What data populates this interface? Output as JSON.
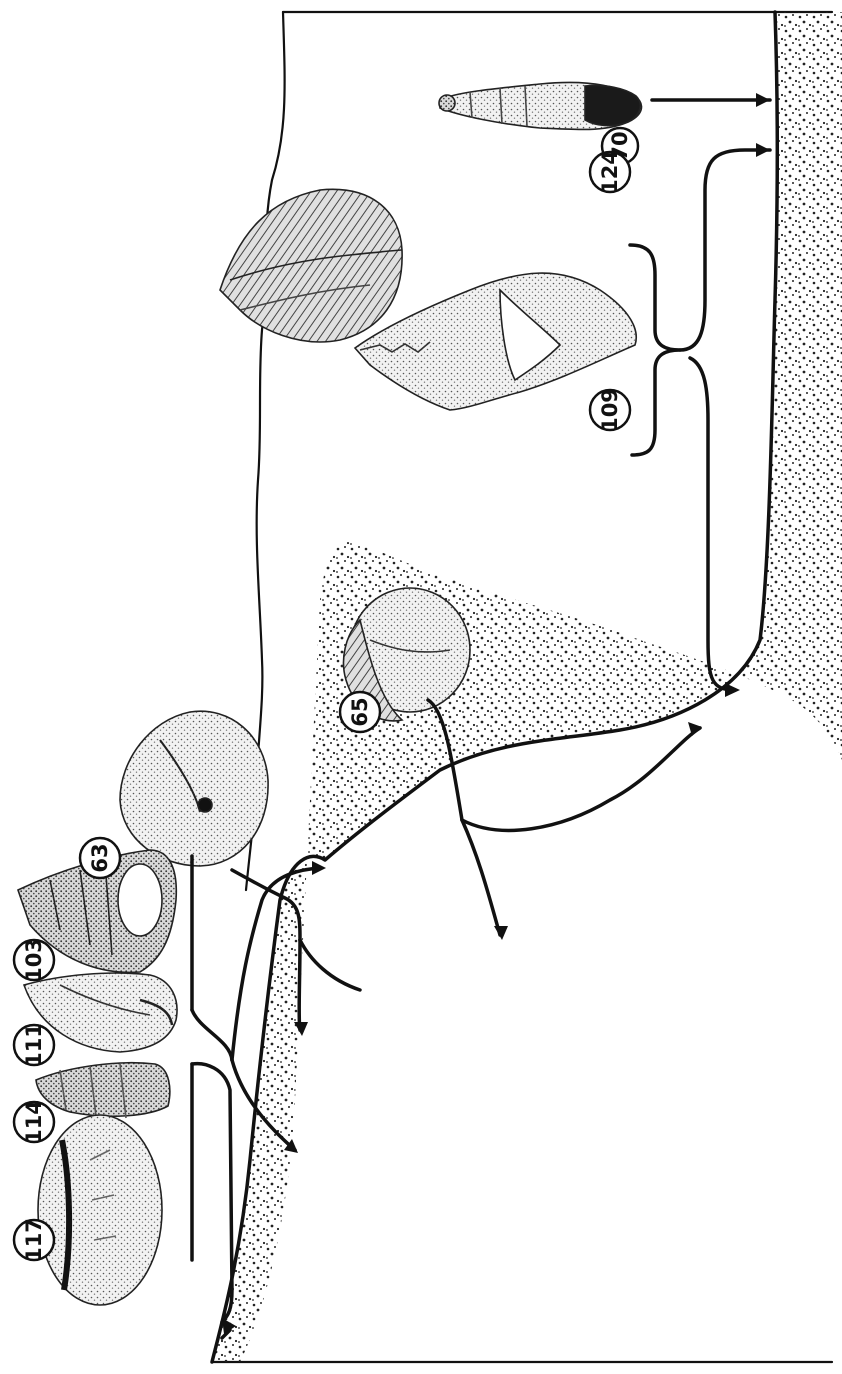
{
  "labels": {
    "n70": "70",
    "n124": "124",
    "n109": "109",
    "n65": "65",
    "n63": "63",
    "n103": "103",
    "n111": "111",
    "n114": "114",
    "n117": "117"
  },
  "colors": {
    "ink": "#111111",
    "sand": "#1a1a1a",
    "shell_light": "#e8e8e8",
    "shell_mid": "#bdbdbd",
    "shell_dark": "#2a2a2a",
    "paper": "#ffffff"
  }
}
